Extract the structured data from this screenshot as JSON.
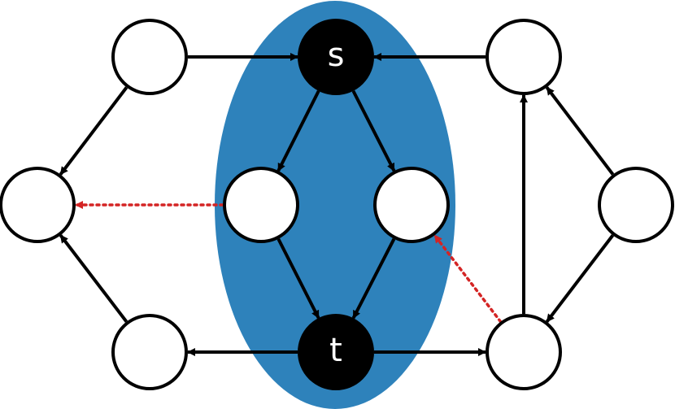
{
  "colors": {
    "background": "#ffffff",
    "region": "#2e82bb",
    "node_fill": "#ffffff",
    "node_highlight_fill": "#000000",
    "node_stroke": "#000000",
    "edge": "#000000",
    "dotted_edge": "#d42424",
    "label": "#ffffff"
  },
  "diagram": {
    "region_name": "scc-region",
    "nodes": [
      {
        "id": "s",
        "label": "s",
        "highlight": true
      },
      {
        "id": "t",
        "label": "t",
        "highlight": true
      },
      {
        "id": "mid-left",
        "label": "",
        "highlight": false
      },
      {
        "id": "mid-right",
        "label": "",
        "highlight": false
      },
      {
        "id": "top-left",
        "label": "",
        "highlight": false
      },
      {
        "id": "left",
        "label": "",
        "highlight": false
      },
      {
        "id": "bottom-left",
        "label": "",
        "highlight": false
      },
      {
        "id": "top-right",
        "label": "",
        "highlight": false
      },
      {
        "id": "right",
        "label": "",
        "highlight": false
      },
      {
        "id": "bottom-right",
        "label": "",
        "highlight": false
      }
    ],
    "edges": [
      {
        "from": "top-left",
        "to": "s",
        "style": "solid"
      },
      {
        "from": "top-right",
        "to": "s",
        "style": "solid"
      },
      {
        "from": "s",
        "to": "mid-left",
        "style": "solid"
      },
      {
        "from": "s",
        "to": "mid-right",
        "style": "solid"
      },
      {
        "from": "mid-left",
        "to": "t",
        "style": "solid"
      },
      {
        "from": "mid-right",
        "to": "t",
        "style": "solid"
      },
      {
        "from": "top-left",
        "to": "left",
        "style": "solid"
      },
      {
        "from": "bottom-left",
        "to": "left",
        "style": "solid"
      },
      {
        "from": "t",
        "to": "bottom-left",
        "style": "solid"
      },
      {
        "from": "t",
        "to": "bottom-right",
        "style": "solid"
      },
      {
        "from": "bottom-right",
        "to": "top-right",
        "style": "solid"
      },
      {
        "from": "right",
        "to": "top-right",
        "style": "solid"
      },
      {
        "from": "right",
        "to": "bottom-right",
        "style": "solid"
      },
      {
        "from": "mid-left",
        "to": "left",
        "style": "dotted"
      },
      {
        "from": "bottom-right",
        "to": "mid-right",
        "style": "dotted"
      }
    ]
  }
}
